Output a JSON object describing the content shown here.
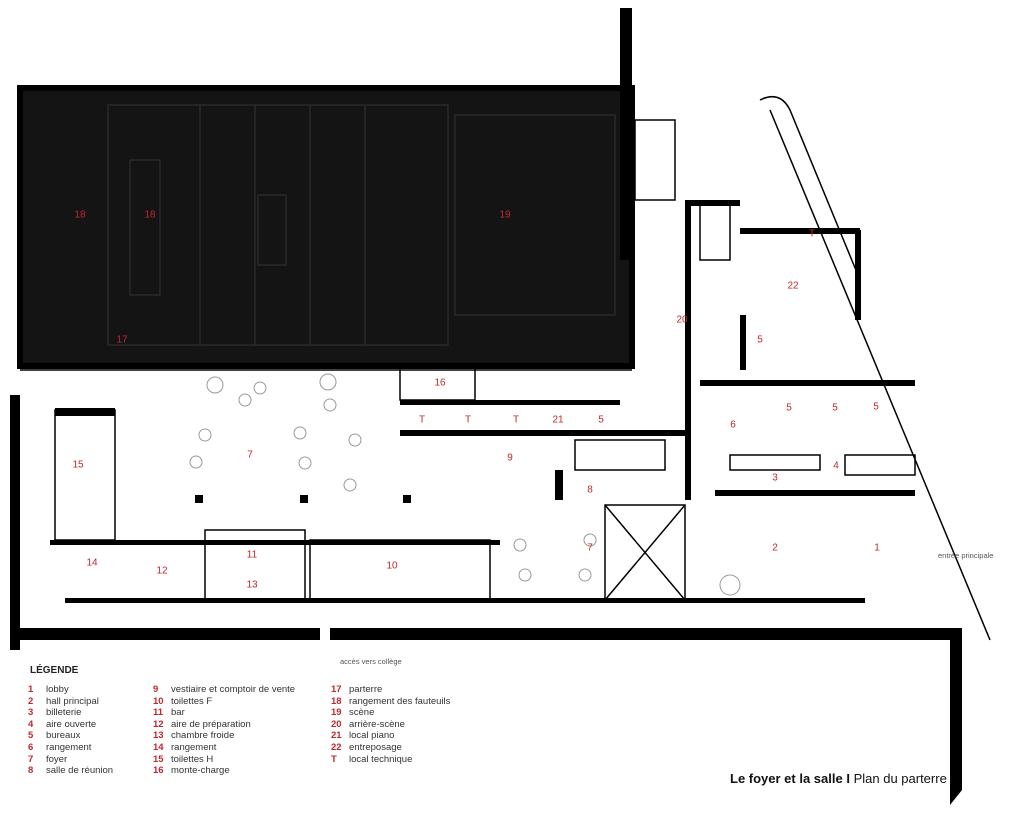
{
  "room_labels": {
    "r18a": "18",
    "r18b": "18",
    "r19": "19",
    "r17": "17",
    "r20": "20",
    "r22": "22",
    "rTa": "T",
    "r5a": "5",
    "r16": "16",
    "rTb": "T",
    "rTc": "T",
    "rTd": "T",
    "r21": "21",
    "r5b": "5",
    "r6": "6",
    "r5c": "5",
    "r5d": "5",
    "r5e": "5",
    "r3": "3",
    "r4": "4",
    "r9": "9",
    "r8": "8",
    "r7a": "7",
    "r15": "15",
    "r14": "14",
    "r12": "12",
    "r11": "11",
    "r13": "13",
    "r10": "10",
    "r7b": "7",
    "r2": "2",
    "r1": "1"
  },
  "notes": {
    "main_entrance": "entrée principale",
    "college_access": "accès vers collège"
  },
  "legend": {
    "title": "LÉGENDE",
    "items": [
      {
        "num": "1",
        "label": "lobby"
      },
      {
        "num": "2",
        "label": "hall principal"
      },
      {
        "num": "3",
        "label": "billeterie"
      },
      {
        "num": "4",
        "label": "aire ouverte"
      },
      {
        "num": "5",
        "label": "bureaux"
      },
      {
        "num": "6",
        "label": "rangement"
      },
      {
        "num": "7",
        "label": "foyer"
      },
      {
        "num": "8",
        "label": "salle de réunion"
      },
      {
        "num": "9",
        "label": "vestiaire et comptoir de vente"
      },
      {
        "num": "10",
        "label": "toilettes F"
      },
      {
        "num": "11",
        "label": "bar"
      },
      {
        "num": "12",
        "label": "aire de préparation"
      },
      {
        "num": "13",
        "label": "chambre froide"
      },
      {
        "num": "14",
        "label": "rangement"
      },
      {
        "num": "15",
        "label": "toilettes H"
      },
      {
        "num": "16",
        "label": "monte-charge"
      },
      {
        "num": "17",
        "label": "parterre"
      },
      {
        "num": "18",
        "label": "rangement des fauteuils"
      },
      {
        "num": "19",
        "label": "scène"
      },
      {
        "num": "20",
        "label": "arrière-scène"
      },
      {
        "num": "21",
        "label": "local piano"
      },
      {
        "num": "22",
        "label": "entreposage"
      },
      {
        "num": "T",
        "label": "local technique"
      }
    ]
  },
  "title": {
    "bold": "Le foyer et la salle I",
    "regular": "Plan du parterre"
  },
  "colors": {
    "label": "#c0282d",
    "wall": "#000000",
    "hall": "#111111"
  }
}
